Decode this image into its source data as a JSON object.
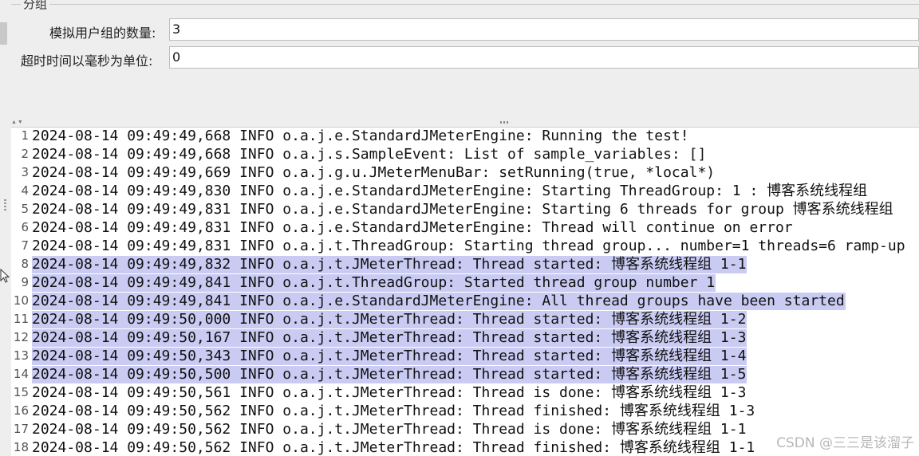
{
  "group": {
    "legend": "分组",
    "fields": [
      {
        "label": "模拟用户组的数量:",
        "value": "3"
      },
      {
        "label": "超时时间以毫秒为单位:",
        "value": "0"
      }
    ]
  },
  "splitter": {
    "collapse_arrows": "▲▼"
  },
  "log": {
    "lines": [
      {
        "no": "1",
        "text": "2024-08-14 09:49:49,668 INFO o.a.j.e.StandardJMeterEngine: Running the test!",
        "selected": false
      },
      {
        "no": "2",
        "text": "2024-08-14 09:49:49,668 INFO o.a.j.s.SampleEvent: List of sample_variables: []",
        "selected": false
      },
      {
        "no": "3",
        "text": "2024-08-14 09:49:49,669 INFO o.a.j.g.u.JMeterMenuBar: setRunning(true, *local*)",
        "selected": false
      },
      {
        "no": "4",
        "text": "2024-08-14 09:49:49,830 INFO o.a.j.e.StandardJMeterEngine: Starting ThreadGroup: 1 : 博客系统线程组",
        "selected": false
      },
      {
        "no": "5",
        "text": "2024-08-14 09:49:49,831 INFO o.a.j.e.StandardJMeterEngine: Starting 6 threads for group 博客系统线程组",
        "selected": false
      },
      {
        "no": "6",
        "text": "2024-08-14 09:49:49,831 INFO o.a.j.e.StandardJMeterEngine: Thread will continue on error",
        "selected": false
      },
      {
        "no": "7",
        "text": "2024-08-14 09:49:49,831 INFO o.a.j.t.ThreadGroup: Starting thread group... number=1 threads=6 ramp-up",
        "selected": false
      },
      {
        "no": "8",
        "text": "2024-08-14 09:49:49,832 INFO o.a.j.t.JMeterThread: Thread started: 博客系统线程组 1-1",
        "selected": true
      },
      {
        "no": "9",
        "text": "2024-08-14 09:49:49,841 INFO o.a.j.t.ThreadGroup: Started thread group number 1",
        "selected": true
      },
      {
        "no": "10",
        "text": "2024-08-14 09:49:49,841 INFO o.a.j.e.StandardJMeterEngine: All thread groups have been started",
        "selected": true
      },
      {
        "no": "11",
        "text": "2024-08-14 09:49:50,000 INFO o.a.j.t.JMeterThread: Thread started: 博客系统线程组 1-2",
        "selected": true
      },
      {
        "no": "12",
        "text": "2024-08-14 09:49:50,167 INFO o.a.j.t.JMeterThread: Thread started: 博客系统线程组 1-3",
        "selected": true
      },
      {
        "no": "13",
        "text": "2024-08-14 09:49:50,343 INFO o.a.j.t.JMeterThread: Thread started: 博客系统线程组 1-4",
        "selected": true
      },
      {
        "no": "14",
        "text": "2024-08-14 09:49:50,500 INFO o.a.j.t.JMeterThread: Thread started: 博客系统线程组 1-5",
        "selected": true
      },
      {
        "no": "15",
        "text": "2024-08-14 09:49:50,561 INFO o.a.j.t.JMeterThread: Thread is done: 博客系统线程组 1-3",
        "selected": false
      },
      {
        "no": "16",
        "text": "2024-08-14 09:49:50,562 INFO o.a.j.t.JMeterThread: Thread finished: 博客系统线程组 1-3",
        "selected": false
      },
      {
        "no": "17",
        "text": "2024-08-14 09:49:50,562 INFO o.a.j.t.JMeterThread: Thread is done: 博客系统线程组 1-1",
        "selected": false
      },
      {
        "no": "18",
        "text": "2024-08-14 09:49:50,562 INFO o.a.j.t.JMeterThread: Thread finished: 博客系统线程组 1-1",
        "selected": false
      }
    ]
  },
  "watermark": "CSDN @三三是该溜子",
  "icons": {
    "cursor": "mouse-pointer-icon",
    "collapse": "collapse-arrows-icon",
    "split_handle": "split-handle-icon"
  }
}
